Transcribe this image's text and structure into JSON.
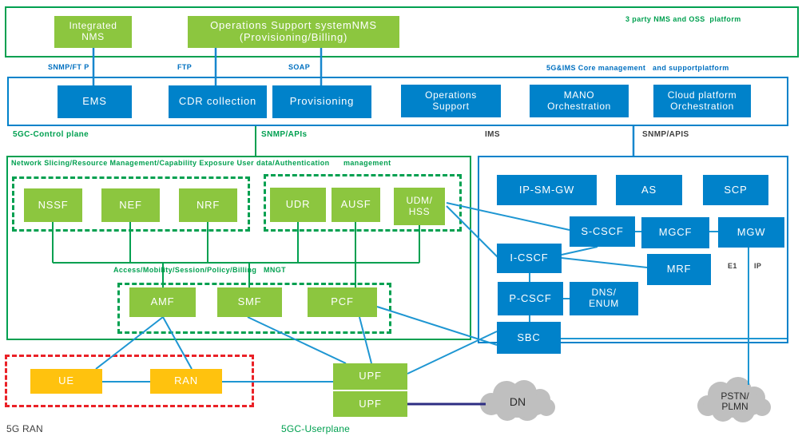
{
  "colors": {
    "green_fill": "#8CC63F",
    "green_line": "#00A050",
    "blue_fill": "#0082CA",
    "connector_blue": "#1E96D2",
    "label_blue": "#0070C0",
    "dark_text": "#3F3F3F",
    "yellow_fill": "#FFC20E",
    "red_dashed": "#EA2127",
    "navy_line": "#2D2E83",
    "cloud_gray": "#BFBFBF"
  },
  "top": {
    "integrated_nms": "Integrated\nNMS",
    "oss_nms": "Operations Support systemNMS\n(Provisioning/Billing)",
    "third_party_label": "3 party NMS and OSS  platform"
  },
  "protocol_labels": {
    "snmp_ftp": "SNMP/FT P",
    "ftp": "FTP",
    "soap": "SOAP",
    "core_mgmt": "5G&IMS Core management   and supportplatform"
  },
  "mgmt": {
    "ems": "EMS",
    "cdr": "CDR collection",
    "provisioning": "Provisioning",
    "ops_support": "Operations\nSupport",
    "mano": "MANO\nOrchestration",
    "cloud_platform": "Cloud platform\nOrchestration"
  },
  "section_labels": {
    "control_plane": "5GC-Control plane",
    "snmp_apis": "SNMP/APIs",
    "ims": "IMS",
    "snmp_apis_right": "SNMP/APIS",
    "slicing": "Network Slicing/Resource Management/Capability Exposure User data/Authentication      management",
    "access": "Access/Mobility/Session/Policy/Billing   MNGT",
    "e1": "E1",
    "ip": "IP",
    "ran": "5G RAN",
    "userplane": "5GC-Userplane"
  },
  "control_plane": {
    "nssf": "NSSF",
    "nef": "NEF",
    "nrf": "NRF",
    "udr": "UDR",
    "ausf": "AUSF",
    "udm": "UDM/\nHSS",
    "amf": "AMF",
    "smf": "SMF",
    "pcf": "PCF"
  },
  "ims": {
    "ip_sm_gw": "IP-SM-GW",
    "as": "AS",
    "scp": "SCP",
    "s_cscf": "S-CSCF",
    "mgcf": "MGCF",
    "mgw": "MGW",
    "i_cscf": "I-CSCF",
    "mrf": "MRF",
    "p_cscf": "P-CSCF",
    "dns_enum": "DNS/\nENUM",
    "sbc": "SBC"
  },
  "access_network": {
    "ue": "UE",
    "ran": "RAN"
  },
  "user_plane": {
    "upf_1": "UPF",
    "upf_2": "UPF"
  },
  "external": {
    "dn": "DN",
    "pstn": "PSTN/\nPLMN"
  }
}
